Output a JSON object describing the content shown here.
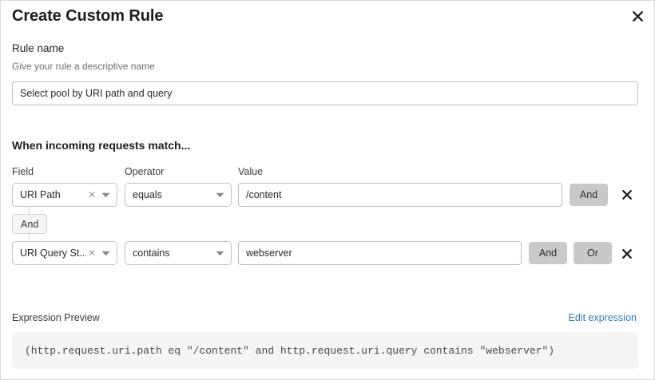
{
  "modal": {
    "title": "Create Custom Rule",
    "close_icon": "close-icon"
  },
  "rule_name": {
    "label": "Rule name",
    "help": "Give your rule a descriptive name",
    "value": "Select pool by URI path and query",
    "placeholder": "Rule name"
  },
  "match_section": {
    "heading": "When incoming requests match...",
    "columns": {
      "field": "Field",
      "operator": "Operator",
      "value": "Value"
    },
    "group_connector": "And",
    "rows": [
      {
        "field": "URI Path",
        "field_clear_icon": "clear-icon",
        "field_caret_icon": "chevron-down-icon",
        "operator": "equals",
        "operator_caret_icon": "chevron-down-icon",
        "value": "/content",
        "value_placeholder": "Value",
        "buttons": [
          "And"
        ],
        "remove_icon": "close-icon"
      },
      {
        "field": "URI Query St...",
        "field_clear_icon": "clear-icon",
        "field_caret_icon": "chevron-down-icon",
        "operator": "contains",
        "operator_caret_icon": "chevron-down-icon",
        "value": "webserver",
        "value_placeholder": "Value",
        "buttons": [
          "And",
          "Or"
        ],
        "remove_icon": "close-icon"
      }
    ]
  },
  "expression_preview": {
    "label": "Expression Preview",
    "edit_link": "Edit expression",
    "code": "(http.request.uri.path eq \"/content\" and http.request.uri.query contains \"webserver\")"
  },
  "colors": {
    "link": "#2f7bbf",
    "logic_button_bg": "#c9c9c9",
    "code_bg": "#f5f5f5"
  }
}
